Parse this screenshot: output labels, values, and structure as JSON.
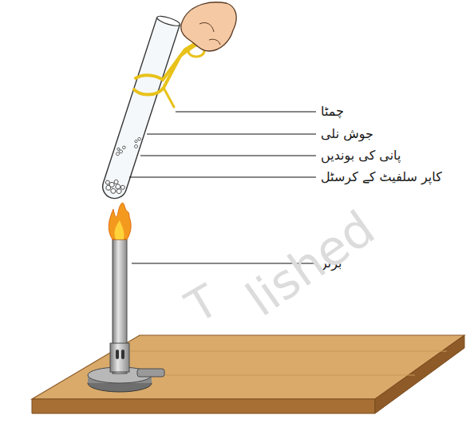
{
  "diagram": {
    "labels": [
      "چمٹا",
      "جوش نلی",
      "پانی کی بوندیں",
      "کاپر سلفیٹ کے کرسٹل",
      "برنر",
      "T",
      "lished"
    ]
  }
}
